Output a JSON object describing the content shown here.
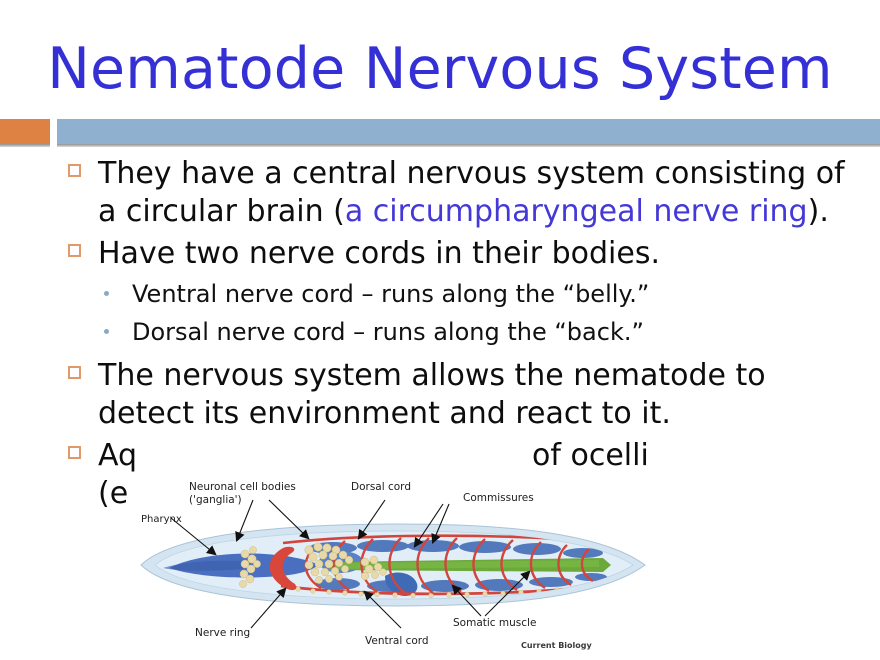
{
  "slide": {
    "title": "Nematode Nervous System",
    "title_color": "#3430d6",
    "accent_orange": "#de8244",
    "accent_blue": "#8fb0cf",
    "bullet_marker_color": "#e09a6a",
    "sub_bullet_color": "#8ba8c4",
    "highlight_color": "#4438d8"
  },
  "bullets": [
    {
      "text_before": "They have a central nervous system consisting of a circular brain (",
      "highlight": "a circumpharyngeal nerve ring",
      "text_after": ")."
    },
    {
      "text": "Have two nerve cords in their bodies."
    },
    {
      "text": "The nervous system allows the nematode to detect its environment and react to it."
    },
    {
      "visible_start": "Aq",
      "visible_end": "of ocelli",
      "second_line_visible": "(e"
    }
  ],
  "sub_bullets": [
    {
      "text": "Ventral nerve cord – runs along the “belly.”"
    },
    {
      "text": "Dorsal nerve cord – runs along the “back.”"
    }
  ],
  "diagram": {
    "labels": {
      "neuronal_cell_bodies_line1": "Neuronal cell bodies",
      "neuronal_cell_bodies_line2": "('ganglia')",
      "pharynx": "Pharynx",
      "dorsal_cord": "Dorsal cord",
      "commissures": "Commissures",
      "nerve_ring": "Nerve ring",
      "ventral_cord": "Ventral cord",
      "somatic_muscle": "Somatic muscle",
      "credit": "Current Biology"
    },
    "colors": {
      "body_outline": "#c9dcea",
      "pharynx_blue": "#4a6fc0",
      "nerve_ring_red": "#d8463c",
      "commissure_red": "#d2453c",
      "ganglia_cream": "#e8d9a8",
      "intestine_green": "#6aa93a",
      "muscle_blue": "#3f6ab5",
      "label_text": "#222222"
    }
  }
}
